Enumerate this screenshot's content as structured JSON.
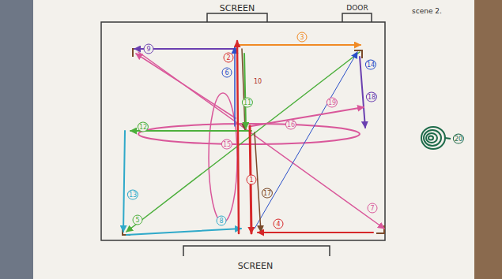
{
  "diagram": {
    "labels": [
      "SCREEN",
      "DOOR",
      "scene 2.",
      "1",
      "2",
      "3",
      "4",
      "5",
      "6",
      "7",
      "8",
      "9",
      "10",
      "11",
      "12",
      "13",
      "14",
      "15",
      "16",
      "17",
      "18",
      "19",
      "20",
      "SCREEN"
    ]
  }
}
